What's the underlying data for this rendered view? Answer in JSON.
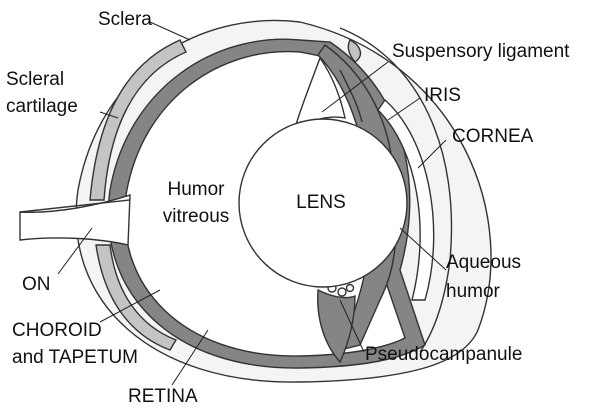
{
  "colors": {
    "background": "#ffffff",
    "outline": "#333333",
    "sclera_fill": "#f4f4f4",
    "cartilage_fill": "#c4c4c4",
    "choroid_fill": "#858585",
    "retina_fill": "#ffffff",
    "lens_fill": "#ffffff",
    "text": "#111111"
  },
  "labels": {
    "sclera": "Sclera",
    "scleral_cartilage_line1": "Scleral",
    "scleral_cartilage_line2": "cartilage",
    "suspensory_ligament": "Suspensory ligament",
    "iris": "IRIS",
    "cornea": "CORNEA",
    "humor_vitreous_line1": "Humor",
    "humor_vitreous_line2": "vitreous",
    "lens": "LENS",
    "on": "ON",
    "aqueous_humor_line1": "Aqueous",
    "aqueous_humor_line2": "humor",
    "choroid_tapetum_line1": "CHOROID",
    "choroid_tapetum_line2": "and TAPETUM",
    "pseudocampanule": "Pseudocampanule",
    "retina": "RETINA"
  }
}
